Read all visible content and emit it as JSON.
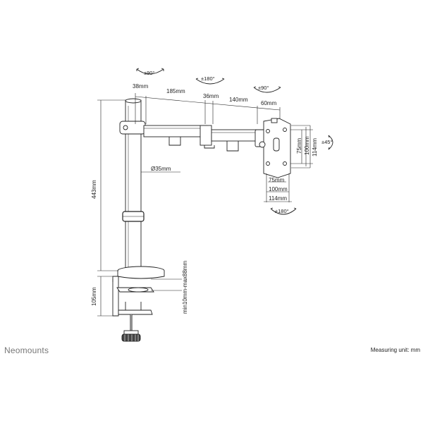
{
  "brand": "Neomounts",
  "measuring_unit": "Measuring unit: mm",
  "dimensions": {
    "d38": "38mm",
    "d185": "185mm",
    "d36": "36mm",
    "d140": "140mm",
    "d60": "60mm",
    "height": "443mm",
    "pole": "Ø35mm",
    "clamp_height": "105mm",
    "clamp_range": "min10mm-max88mm",
    "vesa_v75": "75mm",
    "vesa_v100": "100mm",
    "vesa_v114": "114mm",
    "vesa_h75": "75mm",
    "vesa_h100": "100mm",
    "vesa_h114": "114mm"
  },
  "rotations": {
    "r1": "±90°",
    "r2": "±180°",
    "r3": "±90°",
    "tilt": "±45°",
    "rotate": "±180°"
  }
}
